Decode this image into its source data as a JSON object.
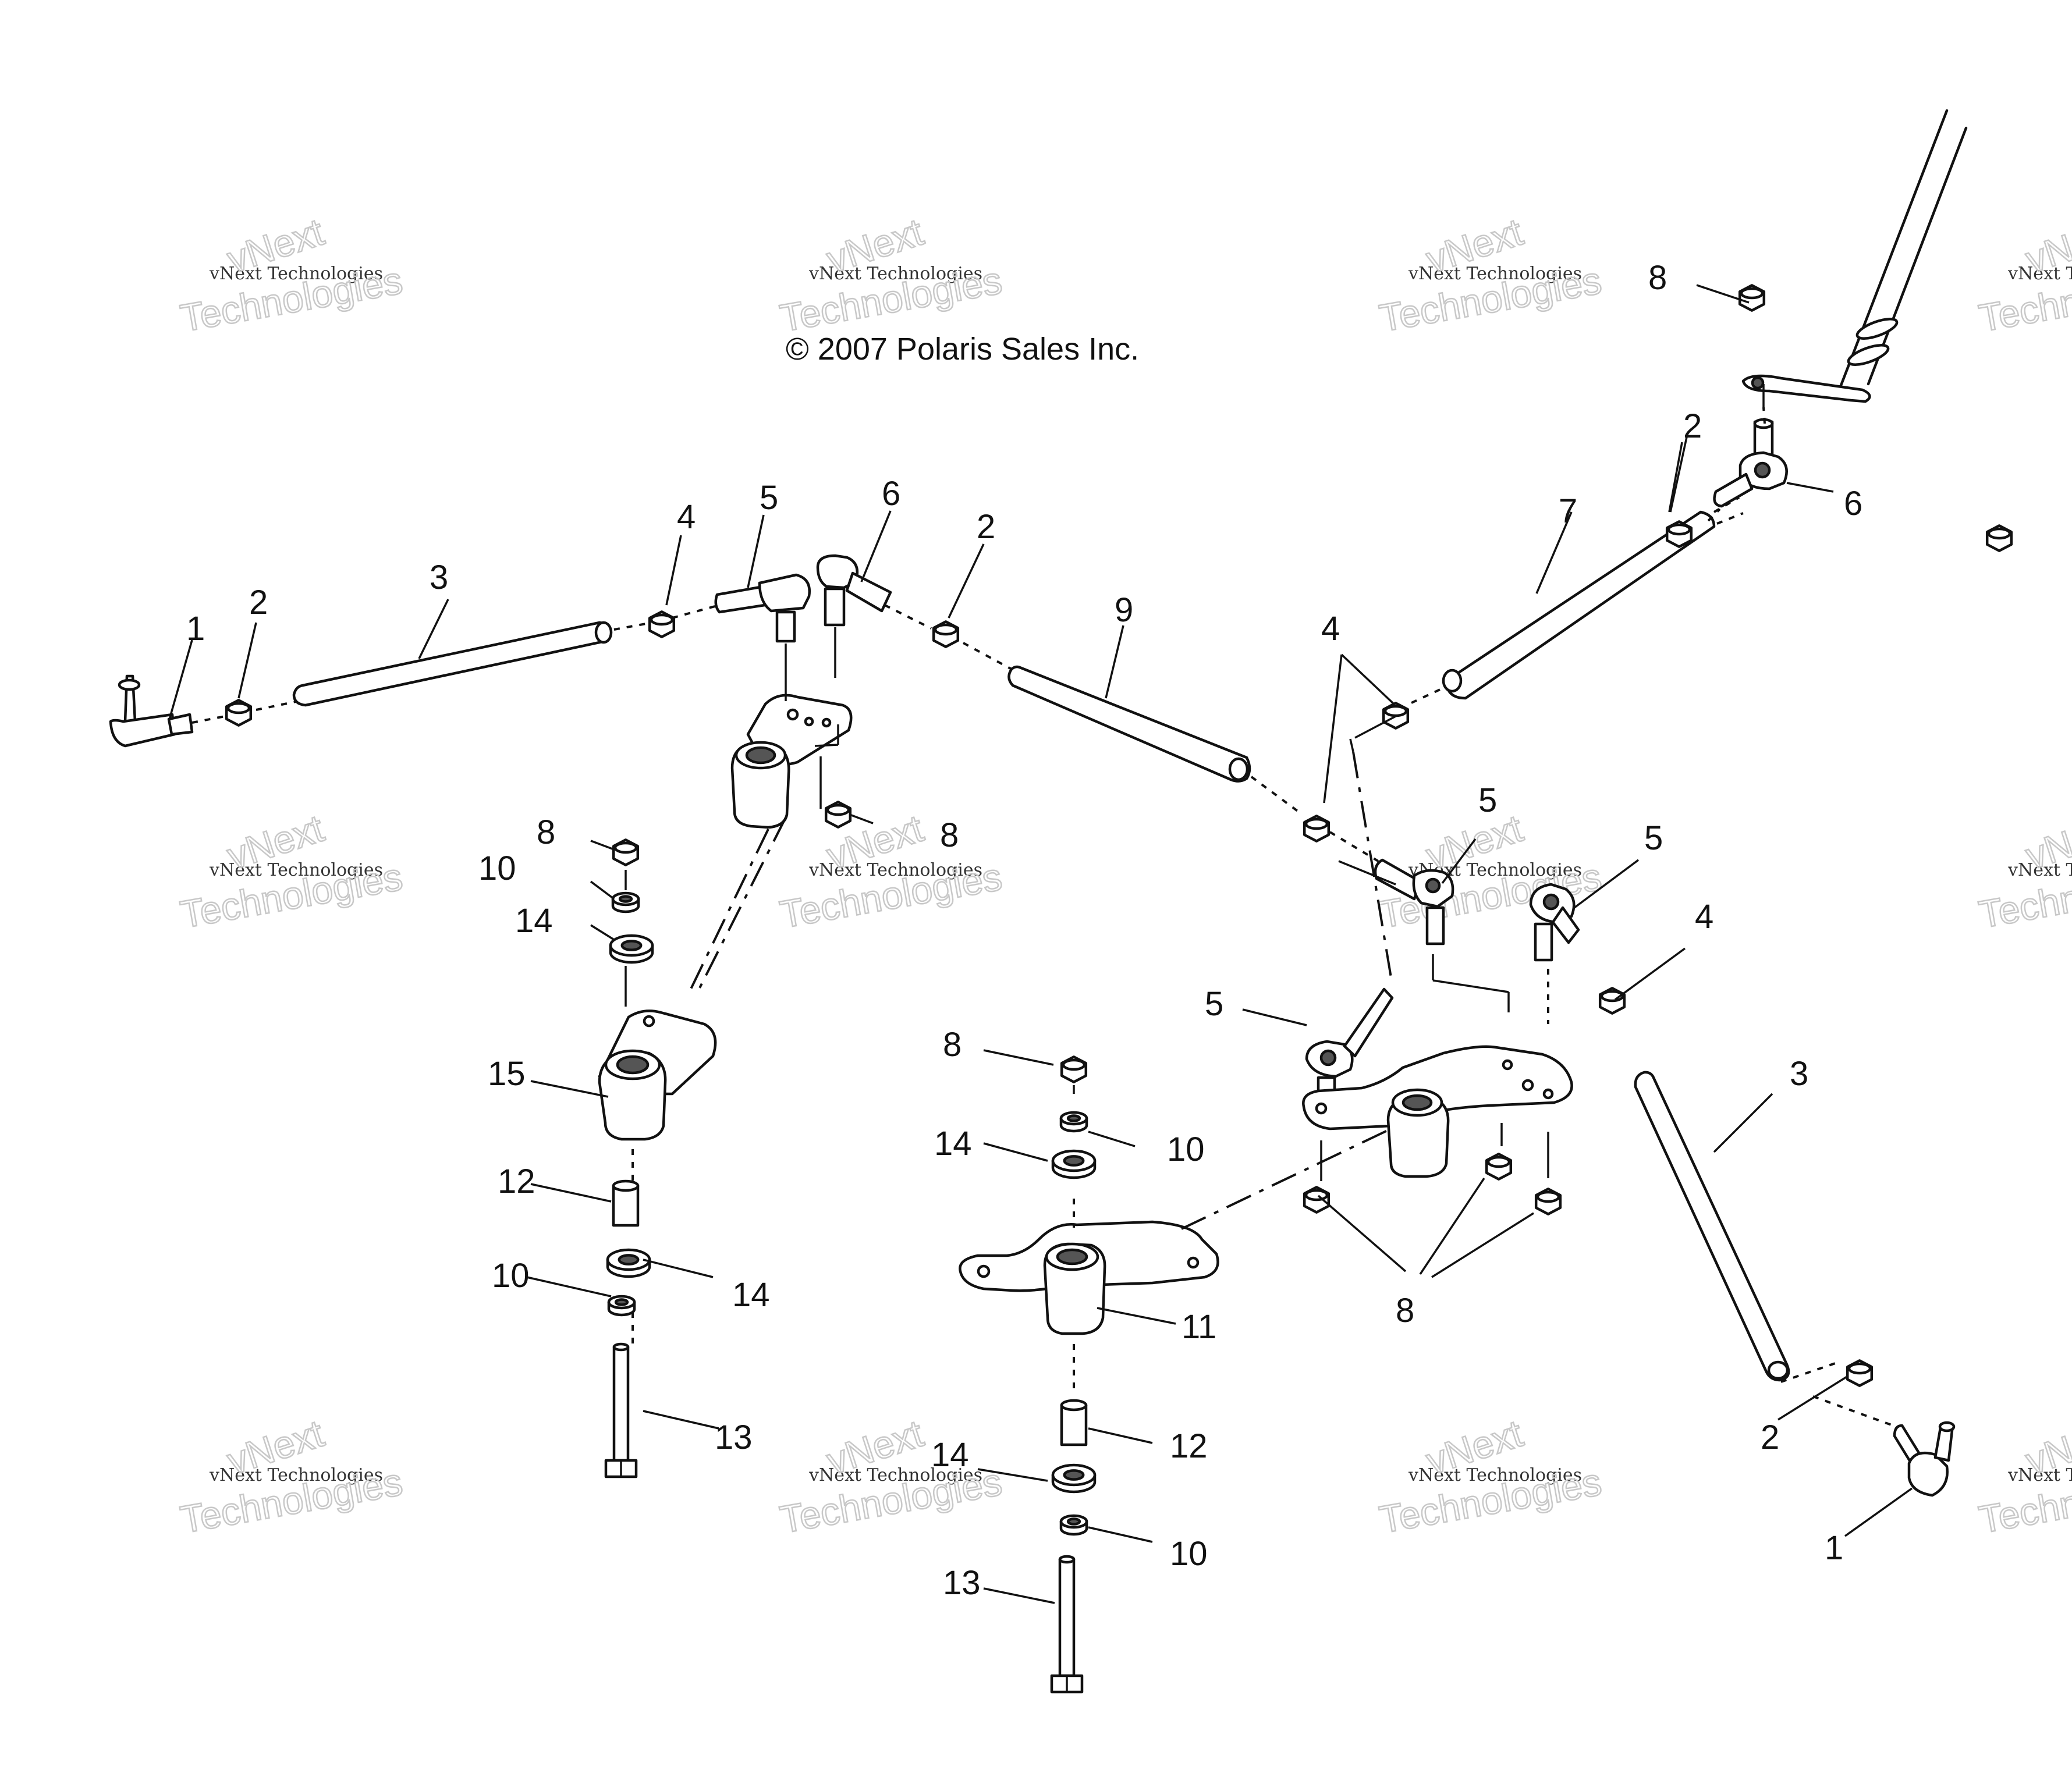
{
  "copyright": "© 2007 Polaris Sales Inc.",
  "watermark": {
    "line1": "vNext Technologies",
    "line2": "vNext",
    "line3": "Technologies"
  },
  "callouts": [
    {
      "id": "c1a",
      "label": "1"
    },
    {
      "id": "c2a",
      "label": "2"
    },
    {
      "id": "c3a",
      "label": "3"
    },
    {
      "id": "c4a",
      "label": "4"
    },
    {
      "id": "c5a",
      "label": "5"
    },
    {
      "id": "c6a",
      "label": "6"
    },
    {
      "id": "c2b",
      "label": "2"
    },
    {
      "id": "c9",
      "label": "9"
    },
    {
      "id": "c8a",
      "label": "8"
    },
    {
      "id": "c2c",
      "label": "2"
    },
    {
      "id": "c6b",
      "label": "6"
    },
    {
      "id": "c7",
      "label": "7"
    },
    {
      "id": "c4b",
      "label": "4"
    },
    {
      "id": "c8b",
      "label": "8"
    },
    {
      "id": "c8c",
      "label": "8"
    },
    {
      "id": "c10a",
      "label": "10"
    },
    {
      "id": "c14a",
      "label": "14"
    },
    {
      "id": "c5b",
      "label": "5"
    },
    {
      "id": "c5c",
      "label": "5"
    },
    {
      "id": "c4c",
      "label": "4"
    },
    {
      "id": "c5d",
      "label": "5"
    },
    {
      "id": "c3b",
      "label": "3"
    },
    {
      "id": "c15",
      "label": "15"
    },
    {
      "id": "c8d",
      "label": "8"
    },
    {
      "id": "c14b",
      "label": "14"
    },
    {
      "id": "c10b",
      "label": "10"
    },
    {
      "id": "c12a",
      "label": "12"
    },
    {
      "id": "c10c",
      "label": "10"
    },
    {
      "id": "c14c",
      "label": "14"
    },
    {
      "id": "c11",
      "label": "11"
    },
    {
      "id": "c8e",
      "label": "8"
    },
    {
      "id": "c13a",
      "label": "13"
    },
    {
      "id": "c12b",
      "label": "12"
    },
    {
      "id": "c14d",
      "label": "14"
    },
    {
      "id": "c10d",
      "label": "10"
    },
    {
      "id": "c2d",
      "label": "2"
    },
    {
      "id": "c1b",
      "label": "1"
    },
    {
      "id": "c13b",
      "label": "13"
    }
  ]
}
